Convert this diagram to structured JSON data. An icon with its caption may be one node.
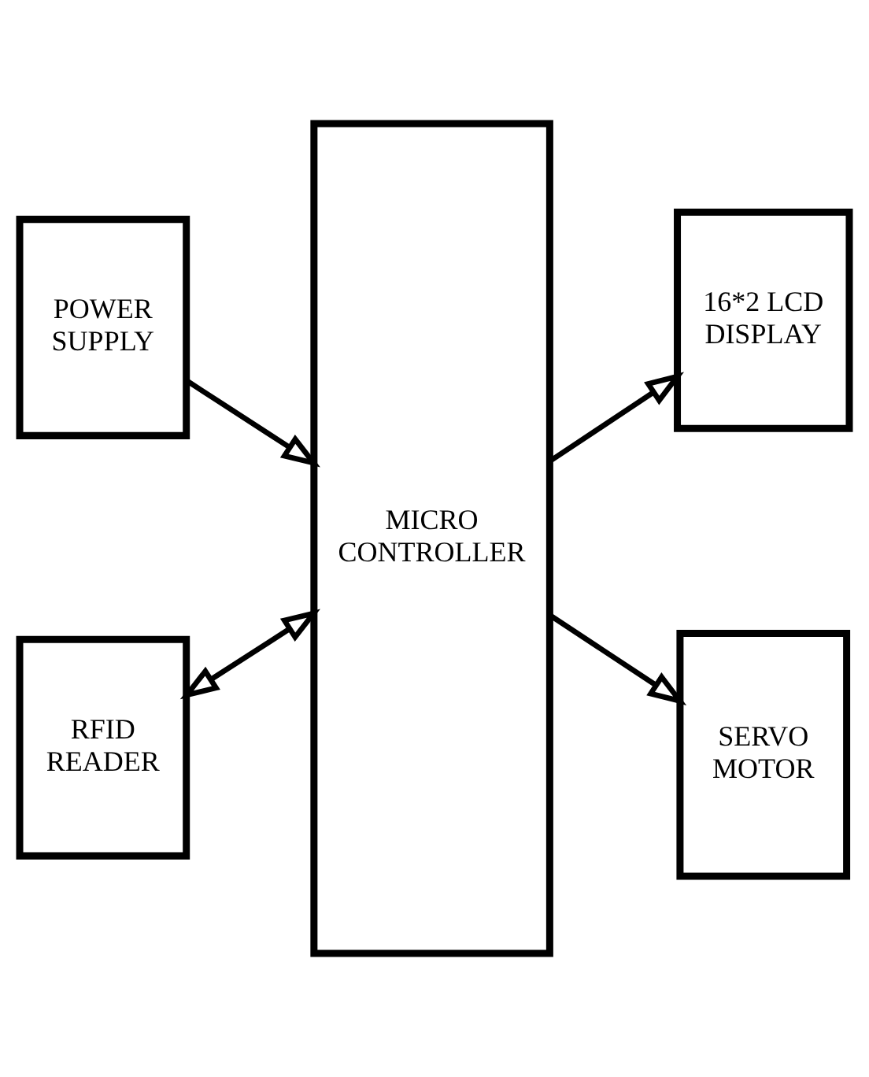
{
  "diagram": {
    "nodes": [
      {
        "text": [
          "POWER SUPPLY"
        ]
      },
      {
        "text": [
          "MICRO CONTROLLER"
        ]
      },
      {
        "text": [
          "16*2 LCD DISPLAY"
        ]
      },
      {
        "text": [
          "RFID READER"
        ]
      },
      {
        "text": [
          "SERVO MOTOR"
        ]
      }
    ],
    "edges": [
      {
        "from": 0,
        "to": 1,
        "arrow": "to"
      },
      {
        "from": 1,
        "to": 2,
        "arrow": "to"
      },
      {
        "from": 3,
        "to": 1,
        "arrow": "both"
      },
      {
        "from": 1,
        "to": 4,
        "arrow": "to"
      }
    ]
  }
}
